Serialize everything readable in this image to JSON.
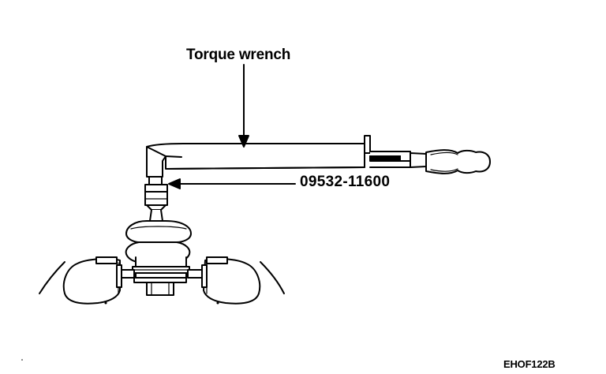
{
  "labels": {
    "torque_wrench": "Torque wrench",
    "special_tool": "09532-11600",
    "figure_code": "EHOF122B"
  },
  "icons": {
    "wrench": "torque-wrench-icon",
    "socket": "special-tool-socket-icon",
    "assembly": "axle-boot-assembly-icon"
  },
  "colors": {
    "ink": "#000000",
    "background": "#ffffff"
  }
}
